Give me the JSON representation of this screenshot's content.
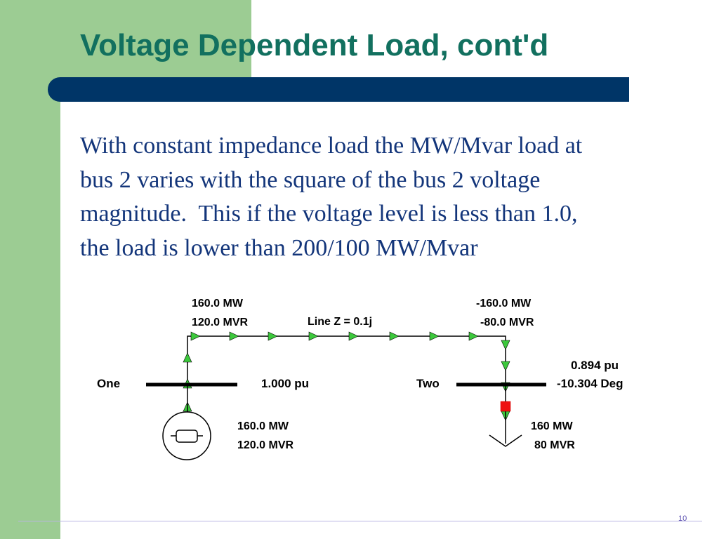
{
  "slide": {
    "title": "Voltage Dependent Load, cont'd",
    "body_lines": [
      "With constant impedance load the MW/Mvar load at",
      "bus 2 varies with the square of the bus 2 voltage",
      "magnitude.  This if the voltage level is less than 1.0,",
      "the load is lower than 200/100 MW/Mvar"
    ],
    "page_number": "10"
  },
  "diagram": {
    "line_from": {
      "mw": "160.0 MW",
      "mvr": "120.0 MVR"
    },
    "line_impedance": "Line Z = 0.1j",
    "line_to": {
      "mw": "-160.0 MW",
      "mvr": "-80.0 MVR"
    },
    "bus1": {
      "name": "One",
      "voltage": "1.000 pu"
    },
    "bus2": {
      "name": "Two",
      "voltage": "0.894 pu",
      "angle": "-10.304 Deg"
    },
    "generator": {
      "mw": "160.0 MW",
      "mvr": "120.0 MVR"
    },
    "load": {
      "mw": "160 MW",
      "mvr": "80 MVR"
    },
    "colors": {
      "arrow_fill": "#3cc83c",
      "breaker_fill": "#ee1111",
      "line": "#000000"
    }
  }
}
